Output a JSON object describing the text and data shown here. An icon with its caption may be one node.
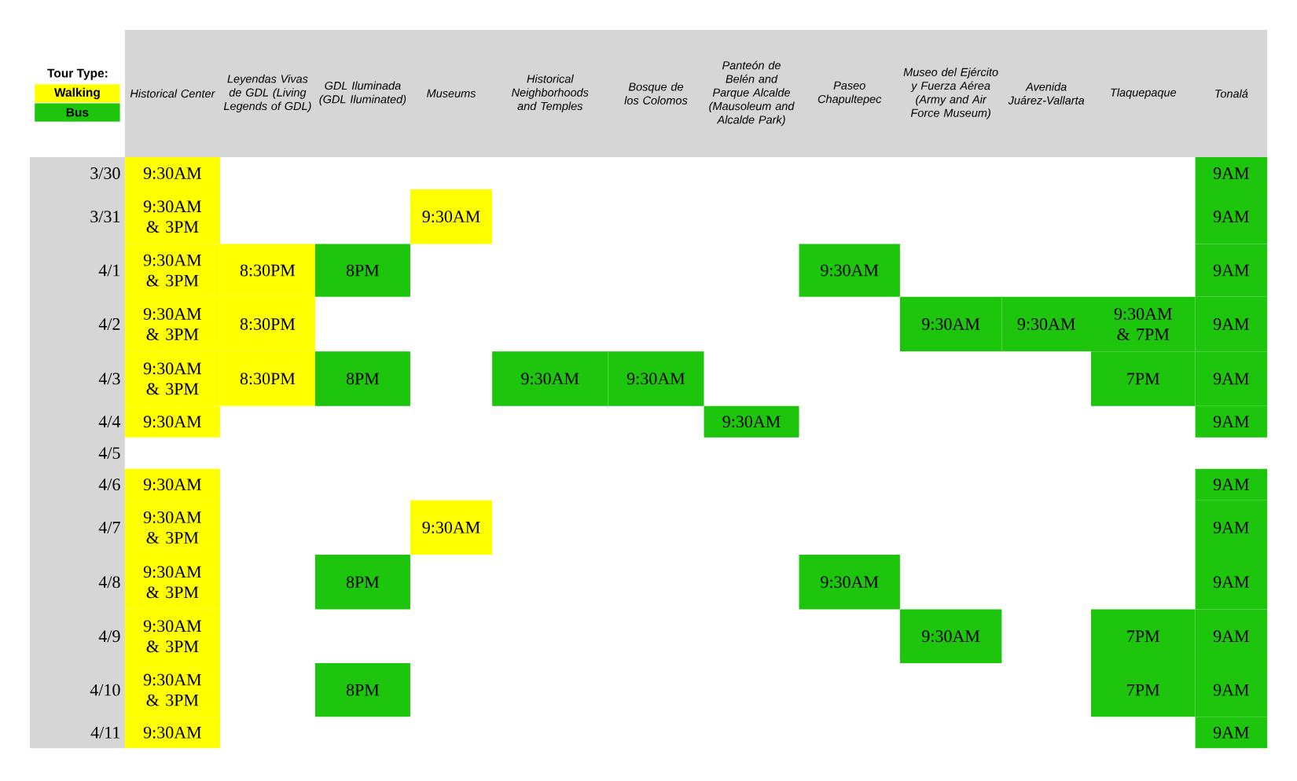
{
  "diagram": {
    "nodes": [
      {
        "text": [
          "9:30AM"
        ]
      },
      {
        "text": [
          "9AM"
        ]
      },
      {
        "text": [
          "9:30AM & 3PM"
        ]
      },
      {
        "text": [
          "9:30AM"
        ]
      },
      {
        "text": [
          "9AM"
        ]
      },
      {
        "text": [
          "9:30AM & 3PM"
        ]
      },
      {
        "text": [
          "8:30PM"
        ]
      },
      {
        "text": [
          "8PM"
        ]
      },
      {
        "text": [
          "9:30AM"
        ]
      },
      {
        "text": [
          "9AM"
        ]
      },
      {
        "text": [
          "9:30AM & 3PM"
        ]
      },
      {
        "text": [
          "8:30PM"
        ]
      },
      {
        "text": [
          "9:30AM"
        ]
      },
      {
        "text": [
          "9:30AM"
        ]
      },
      {
        "text": [
          "9:30AM & 7PM"
        ]
      },
      {
        "text": [
          "9AM"
        ]
      },
      {
        "text": [
          "9:30AM & 3PM"
        ]
      },
      {
        "text": [
          "8:30PM"
        ]
      },
      {
        "text": [
          "8PM"
        ]
      },
      {
        "text": [
          "9:30AM"
        ]
      },
      {
        "text": [
          "9:30AM"
        ]
      },
      {
        "text": [
          "7PM"
        ]
      },
      {
        "text": [
          "9AM"
        ]
      },
      {
        "text": [
          "9:30AM"
        ]
      },
      {
        "text": [
          "9:30AM"
        ]
      },
      {
        "text": [
          "9AM"
        ]
      },
      {
        "text": [
          "9:30AM"
        ]
      },
      {
        "text": [
          "9AM"
        ]
      },
      {
        "text": [
          "9:30AM & 3PM"
        ]
      },
      {
        "text": [
          "9:30AM"
        ]
      },
      {
        "text": [
          "9AM"
        ]
      },
      {
        "text": [
          "9:30AM & 3PM"
        ]
      },
      {
        "text": [
          "8PM"
        ]
      },
      {
        "text": [
          "9:30AM"
        ]
      },
      {
        "text": [
          "9AM"
        ]
      },
      {
        "text": [
          "9:30AM & 3PM"
        ]
      },
      {
        "text": [
          "9:30AM"
        ]
      },
      {
        "text": [
          "7PM"
        ]
      },
      {
        "text": [
          "9AM"
        ]
      },
      {
        "text": [
          "9:30AM & 3PM"
        ]
      },
      {
        "text": [
          "8PM"
        ]
      },
      {
        "text": [
          "7PM"
        ]
      },
      {
        "text": [
          "9AM"
        ]
      },
      {
        "text": [
          "9:30AM"
        ]
      },
      {
        "text": [
          "9AM"
        ]
      }
    ],
    "labels": [
      "Tour Type:",
      "Historical Center",
      "Leyendas Vivas de GDL (Living Legends of GDL)",
      "GDL Iluminada (GDL Iluminated)",
      "Museums",
      "Historical Neighborhoods and Temples",
      "Bosque de los Colomos",
      "Panteón de Belén and Parque Alcalde (Mausoleum and Alcalde Park)",
      "Paseo Chapultepec",
      "Museo del Ejército y Fuerza Aérea (Army and Air Force Museum)",
      "Avenida Juárez-Vallarta",
      "Tlaquepaque",
      "Tonalá",
      "3/30",
      "3/31",
      "4/1",
      "4/2",
      "4/3",
      "4/4",
      "4/5",
      "4/6",
      "4/7",
      "4/8",
      "4/9",
      "4/10",
      "4/11"
    ],
    "legend": [
      {
        "text": "Walking",
        "color": "#ffff00"
      },
      {
        "text": "Bus",
        "color": "#1dc60c"
      }
    ]
  }
}
